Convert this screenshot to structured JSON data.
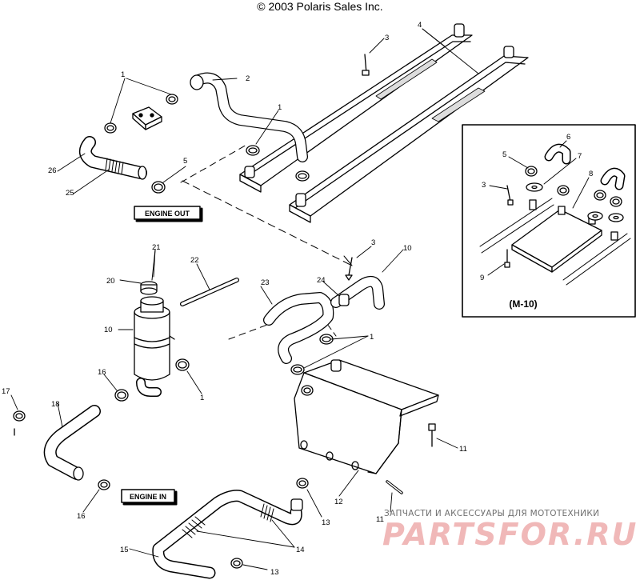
{
  "copyright": "© 2003 Polaris Sales Inc.",
  "labels": {
    "engine_out": "ENGINE OUT",
    "engine_in": "ENGINE IN",
    "inset_title": "(M-10)"
  },
  "callouts": {
    "c1_top": "1",
    "c2": "2",
    "c3_top": "3",
    "c4": "4",
    "c1_mid": "1",
    "c5": "5",
    "c26": "26",
    "c25": "25",
    "c3_mid": "3",
    "c10_right": "10",
    "c21": "21",
    "c20": "20",
    "c22": "22",
    "c23": "23",
    "c24": "24",
    "c1_lower": "1",
    "c10_left": "10",
    "c16_a": "16",
    "c1_left": "1",
    "c17": "17",
    "c18": "18",
    "c16_b": "16",
    "c11_a": "11",
    "c12": "12",
    "c11_b": "11",
    "c13_a": "13",
    "c14": "14",
    "c15": "15",
    "c13_b": "13",
    "i6": "6",
    "i5": "5",
    "i7": "7",
    "i3": "3",
    "i8": "8",
    "i9": "9"
  },
  "watermark": {
    "small": "ЗАПЧАСТИ И АКСЕССУАРЫ ДЛЯ МОТОТЕХНИКИ",
    "big": "PARTSFOR.RU"
  }
}
